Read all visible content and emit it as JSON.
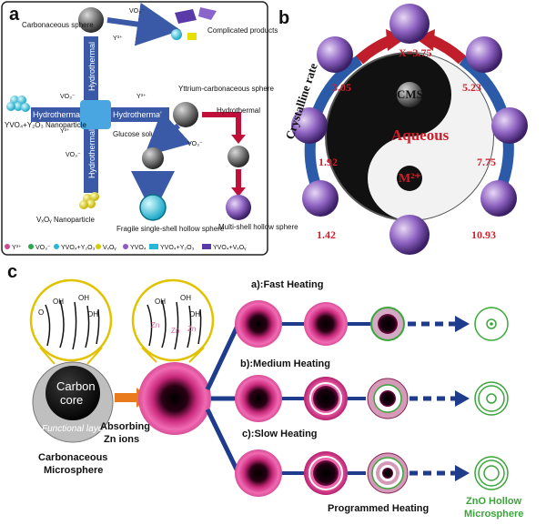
{
  "panel_a": {
    "letter": "a",
    "carbonaceous_sphere": "Carbonaceous sphere",
    "complicated_products": "Complicated products",
    "hydrothermal": "Hydrothermal",
    "yttrium_sphere": "Yttrium-carbonaceous sphere",
    "glucose_solution": "Glucose solution",
    "yvo_nanoparticle": "YVO₄+Y₂O₃ Nanoparticle",
    "vxoy_nanoparticle": "VₓOᵧ Nanoparticle",
    "fragile_sphere": "Fragile single-shell hollow sphere",
    "multi_shell": "Multi-shell hollow sphere",
    "vo3": "VO₃⁻",
    "y3": "Y³⁺",
    "legend": [
      "Y³⁺",
      "VO₃⁻",
      "YVO₄+Y₂O₃",
      "VₓOᵧ",
      "YVO₄",
      "YVO₄+Y₂O₃",
      "YVO₄+VₓOᵧ"
    ]
  },
  "panel_b": {
    "letter": "b",
    "crystalline_rate": "Crystalline rate",
    "top_value": "X=3.75",
    "values": [
      "3.05",
      "5.23",
      "1.92",
      "7.75",
      "1.42",
      "10.93"
    ],
    "cms": "CMS",
    "aqueous": "Aqueous",
    "m2": "M²⁺"
  },
  "panel_c": {
    "letter": "c",
    "carbon_core": [
      "Carbon",
      "core"
    ],
    "functional_layer": "Functional layer",
    "absorbing": [
      "Absorbing",
      "Zn ions"
    ],
    "carbonaceous_microsphere": [
      "Carbonaceous",
      "Microsphere"
    ],
    "fast": "a):Fast Heating",
    "medium": "b):Medium Heating",
    "slow": "c):Slow Heating",
    "programmed": "Programmed Heating",
    "zno": [
      "ZnO Hollow",
      "Microsphere"
    ],
    "oh": "OH",
    "o": "O",
    "zn": "Zn"
  }
}
